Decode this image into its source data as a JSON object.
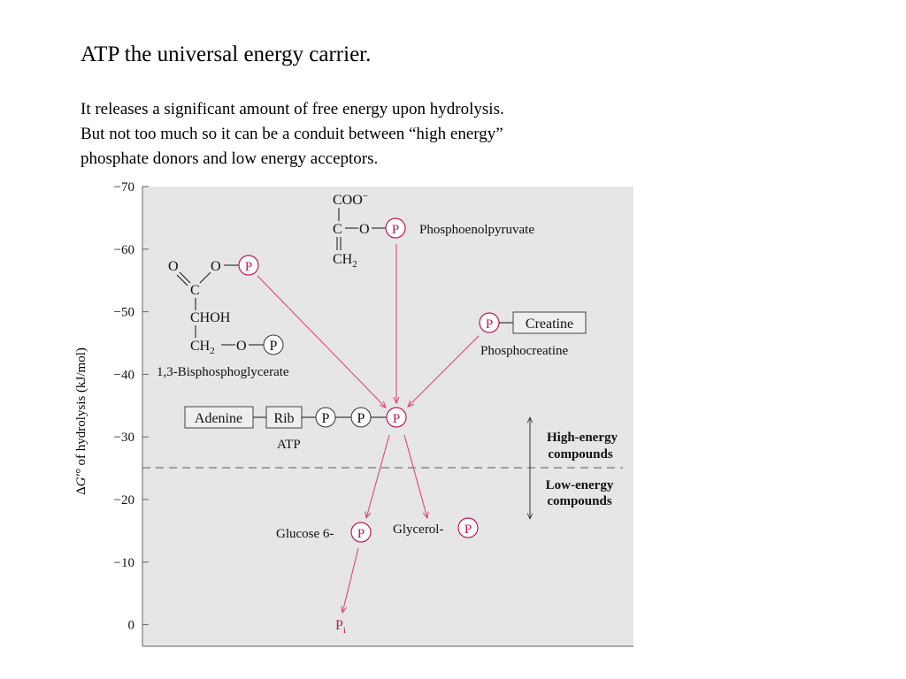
{
  "slide": {
    "title": "ATP the universal energy carrier.",
    "body": [
      "It releases a significant amount of free energy upon hydrolysis.",
      "But not too much so it can be a conduit between “high energy”",
      "phosphate donors and low energy acceptors."
    ]
  },
  "diagram": {
    "yaxis": {
      "label_delta": "Δ",
      "label_g": "G′°",
      "label_rest": " of hydrolysis (kJ/mol)",
      "ticks": [
        "−70",
        "−60",
        "−50",
        "−40",
        "−30",
        "−20",
        "−10",
        "0"
      ]
    },
    "phosphate_symbol": "P",
    "pep": {
      "coo": "COO",
      "coo_charge": "−",
      "c": "C",
      "o": "O",
      "ch": "CH",
      "sub2": "2",
      "name": "Phosphoenolpyruvate"
    },
    "bpg": {
      "o": "O",
      "c": "C",
      "chohh": "CHOH",
      "ch": "CH",
      "sub2": "2",
      "name": "1,3-Bisphosphoglycerate"
    },
    "phosphocreatine": {
      "creatine": "Creatine",
      "name": "Phosphocreatine"
    },
    "atp": {
      "adenine": "Adenine",
      "rib": "Rib",
      "name": "ATP"
    },
    "glucose6p": {
      "label": "Glucose 6-"
    },
    "glycerolp": {
      "label": "Glycerol-"
    },
    "pi": {
      "p": "P",
      "sub": "i"
    },
    "energy": {
      "high_line1": "High-energy",
      "high_line2": "compounds",
      "low_line1": "Low-energy",
      "low_line2": "compounds"
    },
    "colors": {
      "phosphate": "#c2185b",
      "panel": "#e6e6e6",
      "arrow": "#e0457b"
    }
  }
}
